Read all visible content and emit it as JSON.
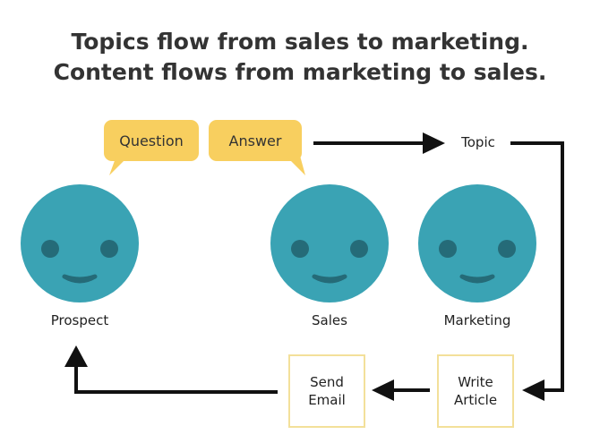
{
  "title": {
    "line1": "Topics flow from sales to marketing.",
    "line2": "Content flows from marketing to sales."
  },
  "bubbles": {
    "question": "Question",
    "answer": "Answer"
  },
  "flow": {
    "topic": "Topic"
  },
  "people": {
    "prospect": "Prospect",
    "sales": "Sales",
    "marketing": "Marketing"
  },
  "boxes": {
    "send_email": {
      "line1": "Send",
      "line2": "Email"
    },
    "write_article": {
      "line1": "Write",
      "line2": "Article"
    }
  },
  "colors": {
    "face": "#3aa3b4",
    "face_features": "#256b78",
    "bubble": "#f8cf5f",
    "box_border": "#f3e09a",
    "arrow": "#111111"
  },
  "icons": {
    "face": "smiley-face-icon",
    "bubble": "speech-bubble-icon",
    "arrow": "arrow-head-icon"
  }
}
